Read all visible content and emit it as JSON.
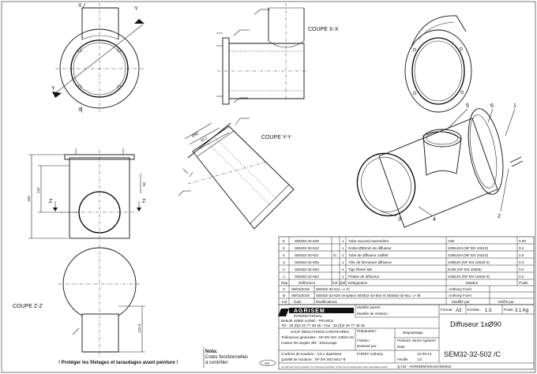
{
  "views": {
    "section_xx": "COUPE X-X",
    "section_yy": "COUPE Y-Y",
    "section_zz": "COUPE Z-Z",
    "cut_x": "X",
    "cut_y": "Y",
    "cut_z": "Z",
    "dim_183": "183",
    "dim_132": "132",
    "dim_50": "50",
    "dim_125": "125.9",
    "dim_90": "Ø90",
    "dim_60": "60.2"
  },
  "balloons": [
    "1",
    "2",
    "3",
    "4",
    "5",
    "6"
  ],
  "warning": "! Protéger les filetages et taraudages avant peinture !",
  "note": {
    "title": "Nota:",
    "line1": "Cotes fonctionnelles",
    "line2": "à contrôler:",
    "symbol": "XX"
  },
  "parts_table": {
    "rows": [
      {
        "rep": "6",
        "ref": "SEM32-32-629",
        "ind": "",
        "qty": "1",
        "des": "Tube raccord manomètre",
        "mat": "A60",
        "wt": "0.00"
      },
      {
        "rep": "5",
        "ref": "SEM32-32-612",
        "ind": "",
        "qty": "1",
        "des": "Sortie Ø90mm de diffuseur",
        "mat": "S355J2H (NF EN 10210)",
        "wt": "0.4"
      },
      {
        "rep": "4",
        "ref": "SEM32-32-611",
        "ind": "/C",
        "qty": "1",
        "des": "Tube de diffuseur 1xØ90",
        "mat": "S355J2H (NF EN 10210)",
        "wt": "2.0"
      },
      {
        "rep": "3",
        "ref": "SEM32-32-605",
        "ind": "",
        "qty": "1",
        "des": "Tôle de fermeture diffuseur",
        "mat": "S355JO (NF EN 10025-2)",
        "wt": "0.3"
      },
      {
        "rep": "2",
        "ref": "SEM32-32-603",
        "ind": "",
        "qty": "4",
        "des": "Tige filetée M8",
        "mat": "E335 (NF EN 10025)",
        "wt": "0.0"
      },
      {
        "rep": "1",
        "ref": "SEM32-32-602",
        "ind": "",
        "qty": "1",
        "des": "Platine de diffuseur",
        "mat": "S355JO (NF EN 10025-2)",
        "wt": "0.2"
      }
    ],
    "header": {
      "rep": "Rep",
      "ref": "Référence",
      "ind": "Ind",
      "qty": "Qté",
      "des": "Désignation",
      "mat": "Matière",
      "wt": "Poids"
    }
  },
  "revisions": {
    "rows": [
      {
        "ind": "C",
        "date": "06/03/2018",
        "text": "SEM32-32-611 => /C",
        "by": "Anthony Furet"
      },
      {
        "ind": "B",
        "date": "06/03/2018",
        "text": "SEM32-32-629 remplace SEM32-32-604 et SEM32-32-611 => /B",
        "by": "Anthony Furet"
      }
    ],
    "header": {
      "ind": "Ind",
      "date": "Date",
      "text": "Modifications",
      "by": "Modifié par",
      "check": "Vérifié par"
    }
  },
  "title_block": {
    "company": "AGRISEM",
    "company_sub": "INTERNATIONAL",
    "address1": "Beaulé 44850 LIGNÉ - FRANCE",
    "address2": "Tél : 33 (0)2 40 77 48 45 - Fax : 33 (0)2 40 77 45 45",
    "tol_title": "SAUF INDICATIONS CONTRAIRES",
    "tol1": "Tolérances générales : NF EN ISO 13920-AE",
    "tol2": "Casser les angles vifs : Ebavurage",
    "tol3": "Cordons de soudure : 3.5 x épaisseur",
    "tol4": "Qualité de soudure : NF EN ISO 5817-B",
    "prep_label": "Préparation :",
    "prep_value": "Dégraissage",
    "finish_label": "Finition :",
    "finish_value": "Peinture Jaune Agrisem",
    "desby_label": "Dessiné par :",
    "desby_value": "FURET Anthony",
    "date_label": "Date",
    "date_value": "13-09-14",
    "sheet_label": "Feuille",
    "sheet_value": "1/1",
    "format_label": "Format :",
    "format_value": "A3",
    "scale_label": "Echelle :",
    "scale_value": "1:3",
    "weight_label": "Poids :",
    "weight_value": "3.1 Kg",
    "title": "Diffuseur 1xØ90",
    "drawing_no": "SEM32-32-502 /C",
    "file": "Q:\\15 - AGRISEM\\Semoir\\SEM32",
    "assembly_label": "Modèle parent :",
    "assembly2_label": "Modèle de révision :",
    "legal": "Ce plan est notre propriété. Il ne doit être reproduit, ni être communiqué sans notre autorisation écrite."
  }
}
